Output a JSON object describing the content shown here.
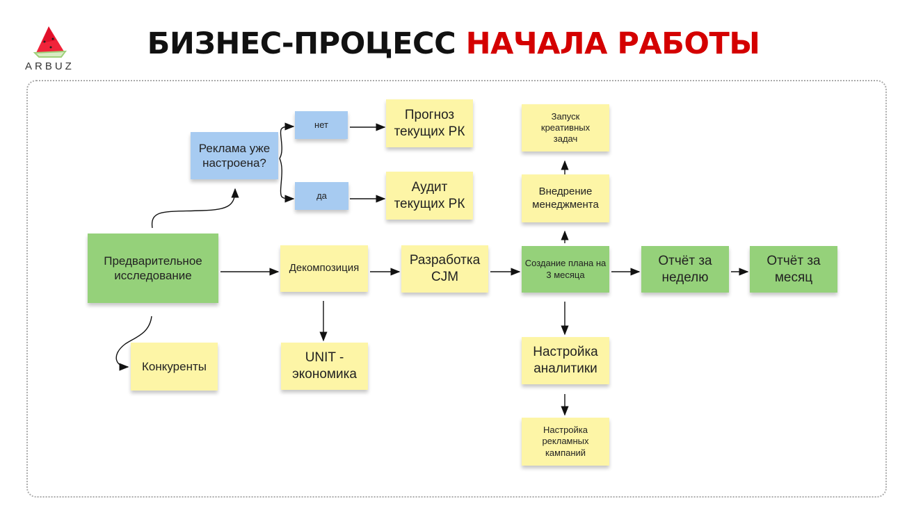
{
  "logo": {
    "text": "ARBUZ"
  },
  "title": {
    "part1": "БИЗНЕС-ПРОЦЕСС",
    "part2": "НАЧАЛА РАБОТЫ"
  },
  "colors": {
    "green": "#95d17a",
    "yellow": "#fdf5a6",
    "blue": "#a7cbf1",
    "accent": "#d40000"
  },
  "nodes": {
    "research": "Предварительное исследование",
    "competitors": "Конкуренты",
    "ads_question": "Реклама уже настроена?",
    "no": "нет",
    "yes": "да",
    "forecast": "Прогноз текущих РК",
    "audit": "Аудит текущих РК",
    "decomposition": "Декомпозиция",
    "unit": "UNIT - экономика",
    "cjm": "Разработка CJM",
    "plan": "Создание плана на 3 месяца",
    "management": "Внедрение менеджмента",
    "creative": "Запуск креативных задач",
    "analytics": "Настройка аналитики",
    "campaigns": "Настройка рекламных кампаний",
    "week_report": "Отчёт за неделю",
    "month_report": "Отчёт за месяц"
  }
}
